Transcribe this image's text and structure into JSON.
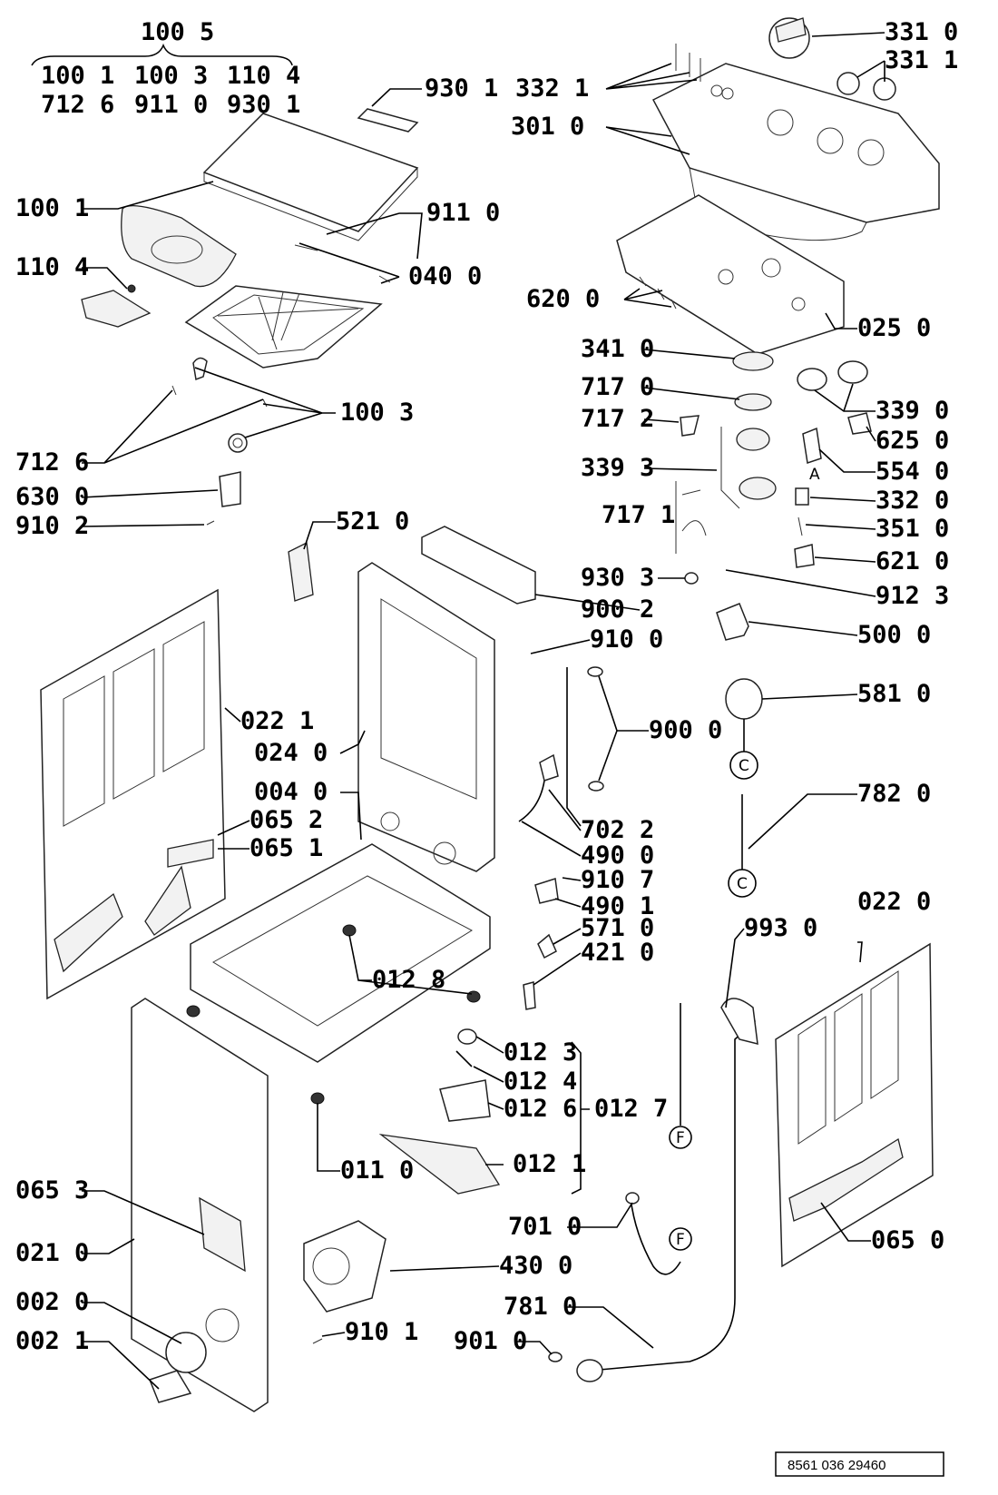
{
  "header": {
    "group_code": "100 5",
    "rows": [
      [
        "100 1",
        "100 3",
        "110 4"
      ],
      [
        "712 6",
        "911 0",
        "930 1"
      ]
    ]
  },
  "labels": {
    "l_930_1": "930 1",
    "l_332_1": "332 1",
    "l_331_0": "331 0",
    "l_331_1": "331 1",
    "l_301_0": "301 0",
    "l_100_1": "100 1",
    "l_911_0": "911 0",
    "l_110_4": "110 4",
    "l_040_0": "040 0",
    "l_620_0": "620 0",
    "l_025_0": "025 0",
    "l_341_0": "341 0",
    "l_717_0": "717 0",
    "l_100_3": "100 3",
    "l_339_0": "339 0",
    "l_717_2": "717 2",
    "l_625_0": "625 0",
    "l_712_6": "712 6",
    "l_339_3": "339 3",
    "l_554_0": "554 0",
    "l_630_0": "630 0",
    "l_332_0": "332 0",
    "l_717_1": "717 1",
    "l_910_2": "910 2",
    "l_351_0": "351 0",
    "l_521_0": "521 0",
    "l_621_0": "621 0",
    "l_930_3": "930 3",
    "l_912_3": "912 3",
    "l_900_2": "900 2",
    "l_500_0": "500 0",
    "l_910_0": "910 0",
    "l_581_0": "581 0",
    "l_022_1": "022 1",
    "l_900_0": "900 0",
    "l_024_0": "024 0",
    "l_782_0": "782 0",
    "l_004_0": "004 0",
    "l_065_2": "065 2",
    "l_702_2": "702 2",
    "l_065_1": "065 1",
    "l_490_0": "490 0",
    "l_910_7": "910 7",
    "l_490_1": "490 1",
    "l_022_0": "022 0",
    "l_571_0": "571 0",
    "l_993_0": "993 0",
    "l_421_0": "421 0",
    "l_012_8": "012 8",
    "l_012_3": "012 3",
    "l_012_4": "012 4",
    "l_012_6": "012 6",
    "l_012_7": "012 7",
    "l_012_1": "012 1",
    "l_011_0": "011 0",
    "l_065_3": "065 3",
    "l_701_0": "701 0",
    "l_065_0": "065 0",
    "l_021_0": "021 0",
    "l_430_0": "430 0",
    "l_002_0": "002 0",
    "l_781_0": "781 0",
    "l_910_1": "910 1",
    "l_002_1": "002 1",
    "l_901_0": "901 0"
  },
  "connectors": {
    "c_top": "C",
    "c_bottom": "C",
    "f_top": "F",
    "f_bottom": "F",
    "a_mark": "A"
  },
  "drawing_code": "8561 036 29460"
}
